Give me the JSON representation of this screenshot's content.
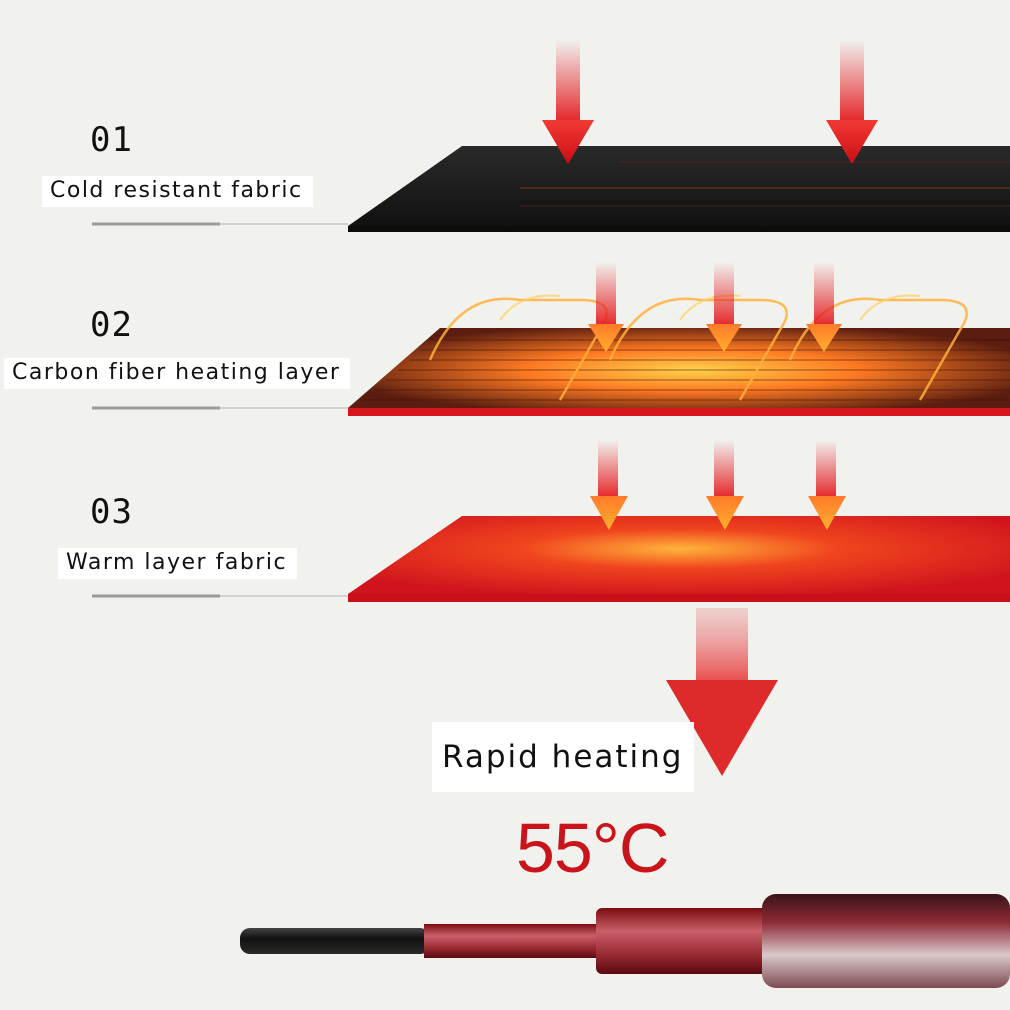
{
  "layers": [
    {
      "number": "01",
      "label": "Cold resistant fabric"
    },
    {
      "number": "02",
      "label": "Carbon fiber heating layer"
    },
    {
      "number": "03",
      "label": "Warm layer fabric"
    }
  ],
  "result": {
    "label": "Rapid heating",
    "temperature": "55°C"
  },
  "colors": {
    "arrow": "#d8141c",
    "temperature": "#c8141a",
    "warm_fabric": "#d41a22",
    "cold_fabric": "#151515"
  }
}
